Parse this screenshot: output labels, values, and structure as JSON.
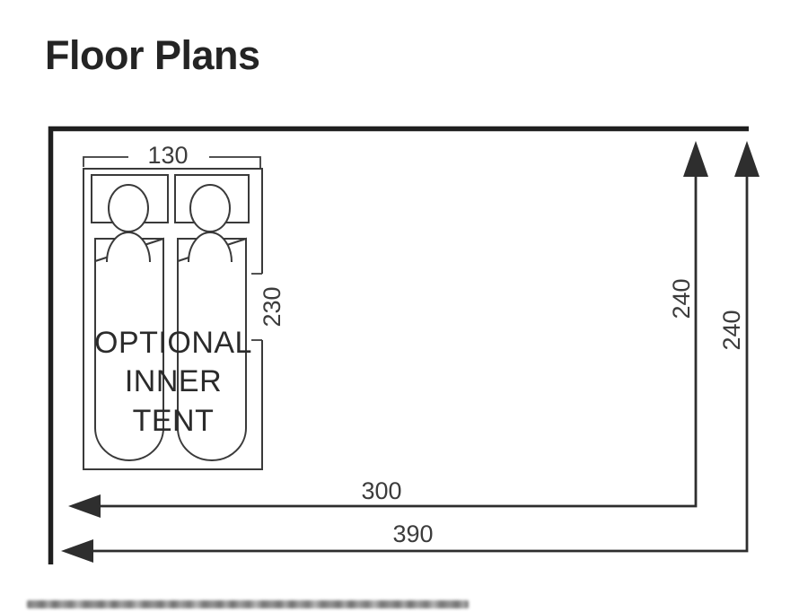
{
  "title": "Floor Plans",
  "colors": {
    "heavy_outline": "#1f1f1f",
    "thin_line": "#3a3a3a",
    "dimension_line": "#2e2e2e",
    "dimension_text": "#3c3c3c",
    "label_text": "#2b2b2b",
    "background": "#ffffff"
  },
  "floor_plan": {
    "dimensions": {
      "inner_tent_width": "130",
      "inner_tent_depth": "230",
      "depth_inner_line": "240",
      "depth_overall_line": "240",
      "width_inner_line": "300",
      "width_overall_line": "390"
    },
    "inner_tent": {
      "label_lines": [
        "OPTIONAL",
        "INNER",
        "TENT"
      ]
    }
  }
}
